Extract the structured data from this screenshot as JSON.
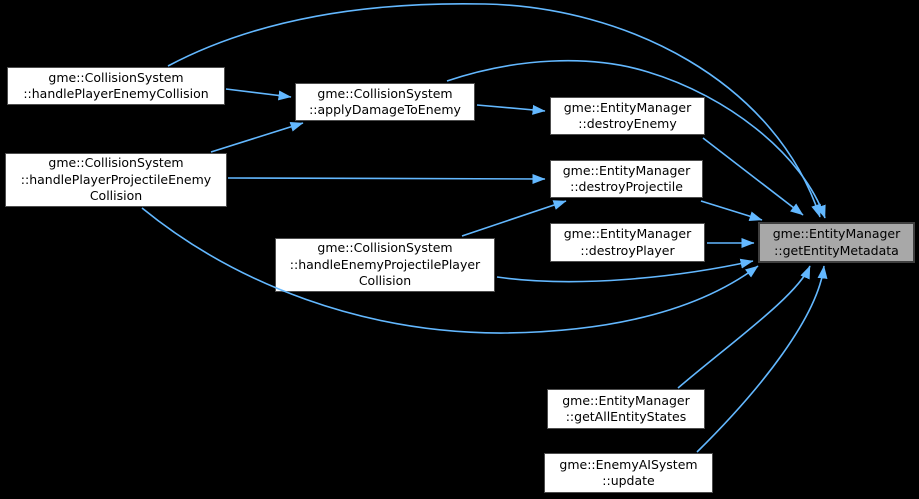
{
  "diagram": {
    "type": "call-graph",
    "background_color": "#000000",
    "edge_color": "#63b8ff",
    "node_fill": "#ffffff",
    "node_border_color": "#4d4d4d",
    "highlight_fill": "#a8a8a8",
    "highlight_border_color": "#3f3f3f",
    "text_color": "#000000",
    "highlighted_node": "getEntityMetadata",
    "nodes": [
      {
        "id": "handlePlayerEnemyCollision",
        "lines": [
          "gme::CollisionSystem",
          "::handlePlayerEnemyCollision"
        ],
        "highlighted": false
      },
      {
        "id": "handlePlayerProjectileEnemyCollision",
        "lines": [
          "gme::CollisionSystem",
          "::handlePlayerProjectileEnemy",
          "Collision"
        ],
        "highlighted": false
      },
      {
        "id": "applyDamageToEnemy",
        "lines": [
          "gme::CollisionSystem",
          "::applyDamageToEnemy"
        ],
        "highlighted": false
      },
      {
        "id": "destroyEnemy",
        "lines": [
          "gme::EntityManager",
          "::destroyEnemy"
        ],
        "highlighted": false
      },
      {
        "id": "destroyProjectile",
        "lines": [
          "gme::EntityManager",
          "::destroyProjectile"
        ],
        "highlighted": false
      },
      {
        "id": "handleEnemyProjectilePlayerCollision",
        "lines": [
          "gme::CollisionSystem",
          "::handleEnemyProjectilePlayer",
          "Collision"
        ],
        "highlighted": false
      },
      {
        "id": "destroyPlayer",
        "lines": [
          "gme::EntityManager",
          "::destroyPlayer"
        ],
        "highlighted": false
      },
      {
        "id": "getEntityMetadata",
        "lines": [
          "gme::EntityManager",
          "::getEntityMetadata"
        ],
        "highlighted": true
      },
      {
        "id": "getAllEntityStates",
        "lines": [
          "gme::EntityManager",
          "::getAllEntityStates"
        ],
        "highlighted": false
      },
      {
        "id": "update",
        "lines": [
          "gme::EnemyAISystem",
          "::update"
        ],
        "highlighted": false
      }
    ],
    "edges": [
      {
        "from": "handlePlayerEnemyCollision",
        "to": "applyDamageToEnemy"
      },
      {
        "from": "handlePlayerEnemyCollision",
        "to": "getEntityMetadata"
      },
      {
        "from": "handlePlayerProjectileEnemyCollision",
        "to": "applyDamageToEnemy"
      },
      {
        "from": "handlePlayerProjectileEnemyCollision",
        "to": "destroyProjectile"
      },
      {
        "from": "handlePlayerProjectileEnemyCollision",
        "to": "getEntityMetadata"
      },
      {
        "from": "applyDamageToEnemy",
        "to": "destroyEnemy"
      },
      {
        "from": "applyDamageToEnemy",
        "to": "getEntityMetadata"
      },
      {
        "from": "destroyEnemy",
        "to": "getEntityMetadata"
      },
      {
        "from": "destroyProjectile",
        "to": "getEntityMetadata"
      },
      {
        "from": "handleEnemyProjectilePlayerCollision",
        "to": "destroyProjectile"
      },
      {
        "from": "handleEnemyProjectilePlayerCollision",
        "to": "getEntityMetadata"
      },
      {
        "from": "destroyPlayer",
        "to": "getEntityMetadata"
      },
      {
        "from": "getAllEntityStates",
        "to": "getEntityMetadata"
      },
      {
        "from": "update",
        "to": "getEntityMetadata"
      }
    ]
  }
}
